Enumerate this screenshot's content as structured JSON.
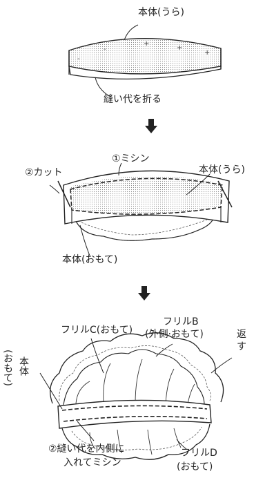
{
  "step1": {
    "body_back": "本体(うら)",
    "fold_allowance": "縫い代を折る"
  },
  "step2": {
    "sewing": "①ミシン",
    "cut": "②カット",
    "body_back": "本体(うら)",
    "body_front": "本体(おもて)"
  },
  "step3": {
    "frill_c": "フリルC(おもて)",
    "frill_b_line1": "フリルB",
    "frill_b_line2": "(外側·おもて)",
    "turn_line1": "返",
    "turn_line2": "す",
    "body_vertical_paren": "(おもて)",
    "body_vertical": "本体",
    "sew_inner_line1": "②縫い代を内側に",
    "sew_inner_line2": "入れてミシン",
    "frill_d_line1": "フリルD",
    "frill_d_line2": "(おもて)"
  },
  "arrows": [
    "arrow-down-icon",
    "arrow-down-icon"
  ],
  "colors": {
    "line": "#222222",
    "dots": "#9a9a9a"
  }
}
